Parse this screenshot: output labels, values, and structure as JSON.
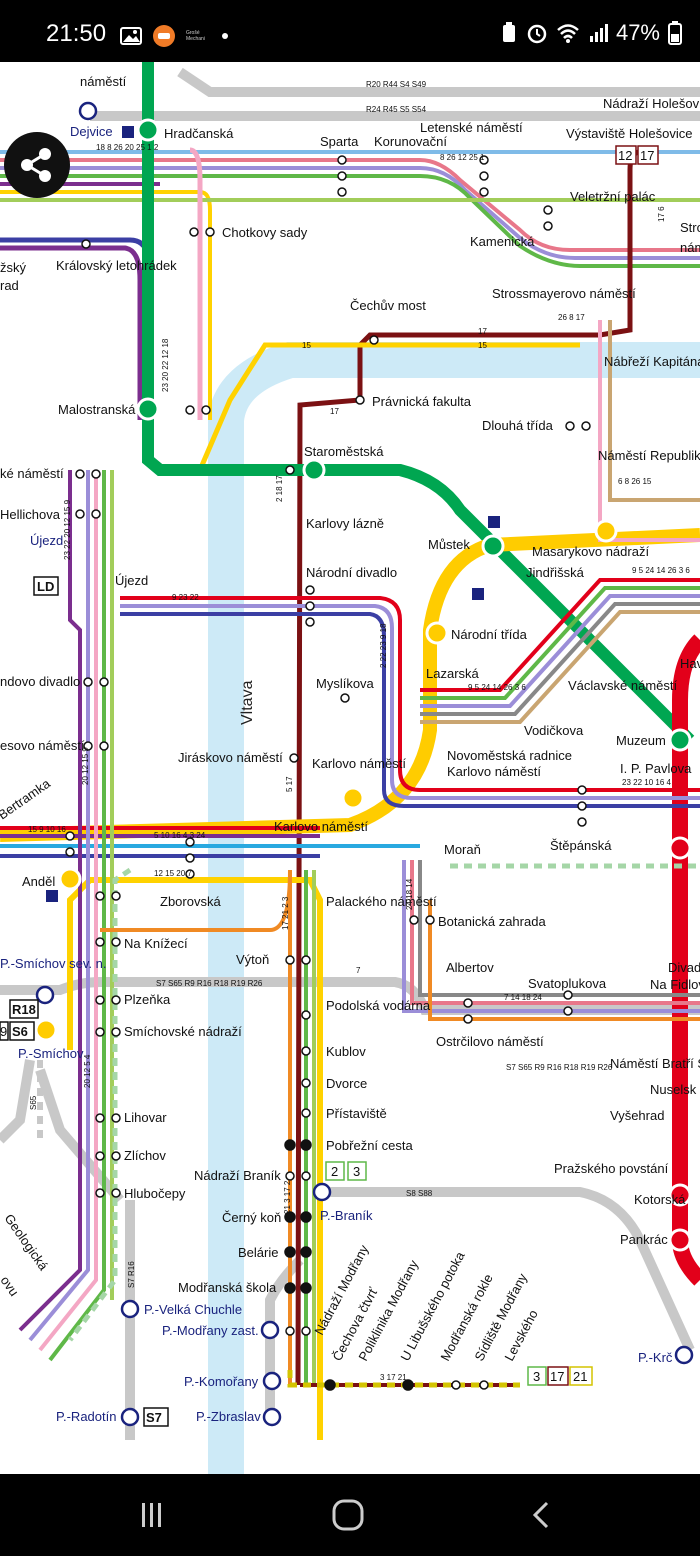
{
  "status_bar": {
    "time": "21:50",
    "battery": "47%",
    "icons": [
      "image-icon",
      "app-badge-icon",
      "bullet-icon",
      "recycle-icon",
      "alarm-icon",
      "wifi-icon",
      "signal-icon",
      "battery-icon"
    ],
    "left_small_text": "Grošé Mechani"
  },
  "map": {
    "river_name": "Vltava",
    "colors": {
      "green_metro": "#00a651",
      "yellow_metro": "#ffcc00",
      "red_metro": "#e2001a",
      "river": "#cdeaf7"
    },
    "stations": [
      {
        "id": "namesti-top",
        "label": "náměstí"
      },
      {
        "id": "dejvice",
        "label": "Dejvice"
      },
      {
        "id": "hradcanska",
        "label": "Hradčanská"
      },
      {
        "id": "sparta",
        "label": "Sparta"
      },
      {
        "id": "korunovacni",
        "label": "Korunovační"
      },
      {
        "id": "letenske",
        "label": "Letenské náměstí"
      },
      {
        "id": "nadrazi-holesovice",
        "label": "Nádraží Holešovi"
      },
      {
        "id": "vystaviste",
        "label": "Výstaviště Holešovice"
      },
      {
        "id": "veletrzni",
        "label": "Veletržní palác"
      },
      {
        "id": "kamenicka",
        "label": "Kamenická"
      },
      {
        "id": "chotkovy",
        "label": "Chotkovy sady"
      },
      {
        "id": "kralovsky",
        "label": "Královský letohrádek"
      },
      {
        "id": "strossmayerovo",
        "label": "Strossmayerovo náměstí"
      },
      {
        "id": "cechuv",
        "label": "Čechův most"
      },
      {
        "id": "pravnicka",
        "label": "Právnická fakulta"
      },
      {
        "id": "nabrezi",
        "label": "Nábřeží Kapitána Jaroše"
      },
      {
        "id": "malostranska",
        "label": "Malostranská"
      },
      {
        "id": "staromestska",
        "label": "Staroměstská"
      },
      {
        "id": "dlouha",
        "label": "Dlouhá třída"
      },
      {
        "id": "namesti-republiky",
        "label": "Náměstí Republiky"
      },
      {
        "id": "ke-namesti",
        "label": "ké náměstí"
      },
      {
        "id": "hellichova",
        "label": "Hellichova"
      },
      {
        "id": "ujezd-lbl",
        "label": "Újezd"
      },
      {
        "id": "karlovy-lazne",
        "label": "Karlovy lázně"
      },
      {
        "id": "mustek",
        "label": "Můstek"
      },
      {
        "id": "masarykovo",
        "label": "Masarykovo nádraží"
      },
      {
        "id": "jindrisska",
        "label": "Jindřišská"
      },
      {
        "id": "narodni-divadlo",
        "label": "Národní divadlo"
      },
      {
        "id": "ujezd",
        "label": "Újezd"
      },
      {
        "id": "narodni-trida",
        "label": "Národní třída"
      },
      {
        "id": "myslikova",
        "label": "Myslíkova"
      },
      {
        "id": "lazarska",
        "label": "Lazarská"
      },
      {
        "id": "vaclavske",
        "label": "Václavské náměstí"
      },
      {
        "id": "vodickova",
        "label": "Vodičkova"
      },
      {
        "id": "muzeum",
        "label": "Muzeum"
      },
      {
        "id": "ndovo",
        "label": "ndovo divadlo"
      },
      {
        "id": "novomestska",
        "label": "Novoměstská radnice"
      },
      {
        "id": "karlovo-nam",
        "label": "Karlovo náměstí"
      },
      {
        "id": "ip-pavlova",
        "label": "I. P. Pavlova"
      },
      {
        "id": "esovo",
        "label": "esovo náměstí"
      },
      {
        "id": "jiraskovo",
        "label": "Jiráskovo náměstí"
      },
      {
        "id": "karlovo-metro",
        "label": "Karlovo náměstí"
      },
      {
        "id": "bertramka",
        "label": "Bertramka"
      },
      {
        "id": "karlovo-nam2",
        "label": "Karlovo náměstí"
      },
      {
        "id": "stepanska",
        "label": "Štěpánská"
      },
      {
        "id": "moran",
        "label": "Moraň"
      },
      {
        "id": "andel",
        "label": "Anděl"
      },
      {
        "id": "zborovska",
        "label": "Zborovská"
      },
      {
        "id": "palackeho",
        "label": "Palackého náměstí"
      },
      {
        "id": "botanicka",
        "label": "Botanická zahrada"
      },
      {
        "id": "na-knizeci",
        "label": "Na Knížecí"
      },
      {
        "id": "vyton",
        "label": "Výtoň"
      },
      {
        "id": "albertov",
        "label": "Albertov"
      },
      {
        "id": "divad",
        "label": "Divad"
      },
      {
        "id": "na-fidlo",
        "label": "Na Fidlov"
      },
      {
        "id": "p-smichov-sev",
        "label": "P.-Smíchov sev. n."
      },
      {
        "id": "plzenka",
        "label": "Plzeňka"
      },
      {
        "id": "svatoplukova",
        "label": "Svatoplukova"
      },
      {
        "id": "podolska",
        "label": "Podolská vodárna"
      },
      {
        "id": "smichovske",
        "label": "Smíchovské nádraží"
      },
      {
        "id": "ostrcilovo",
        "label": "Ostrčilovo náměstí"
      },
      {
        "id": "p-smichov",
        "label": "P.-Smíchov"
      },
      {
        "id": "kublov",
        "label": "Kublov"
      },
      {
        "id": "namesti-bratri",
        "label": "Náměstí Bratří S"
      },
      {
        "id": "dvorce",
        "label": "Dvorce"
      },
      {
        "id": "nuselska",
        "label": "Nuselsk"
      },
      {
        "id": "lihovar",
        "label": "Lihovar"
      },
      {
        "id": "pristaviste",
        "label": "Přístaviště"
      },
      {
        "id": "vysehrad",
        "label": "Vyšehrad"
      },
      {
        "id": "pobrezni",
        "label": "Pobřežní cesta"
      },
      {
        "id": "zlichov",
        "label": "Zlíchov"
      },
      {
        "id": "prazskeho",
        "label": "Pražského povstání"
      },
      {
        "id": "nadrazi-branik",
        "label": "Nádraží Braník"
      },
      {
        "id": "hlubocepy",
        "label": "Hlubočepy"
      },
      {
        "id": "kotorska",
        "label": "Kotorská"
      },
      {
        "id": "p-branik",
        "label": "P.-Braník"
      },
      {
        "id": "cerny-kun",
        "label": "Černý koň"
      },
      {
        "id": "pankrac",
        "label": "Pankrác"
      },
      {
        "id": "geologicka",
        "label": "Geologická"
      },
      {
        "id": "belarie",
        "label": "Belárie"
      },
      {
        "id": "modranska",
        "label": "Modřanská škola"
      },
      {
        "id": "p-velka",
        "label": "P.-Velká Chuchle"
      },
      {
        "id": "p-modrany",
        "label": "P.-Modřany zast."
      },
      {
        "id": "p-krc",
        "label": "P.-Krč"
      },
      {
        "id": "p-komorany",
        "label": "P.-Komořany"
      },
      {
        "id": "p-radotin",
        "label": "P.-Radotín"
      },
      {
        "id": "p-zbraslav",
        "label": "P.-Zbraslav"
      },
      {
        "id": "nadrazi-modrany",
        "label": "Nádraží Modřany"
      },
      {
        "id": "cechova",
        "label": "Čechova čtvrť"
      },
      {
        "id": "poliklinika",
        "label": "Poliklinika Modřany"
      },
      {
        "id": "u-libusskeho",
        "label": "U Libušského potoka"
      },
      {
        "id": "modranska-rokle",
        "label": "Modřanská rokle"
      },
      {
        "id": "sidliste",
        "label": "Sídliště Modřany"
      },
      {
        "id": "levskeho",
        "label": "Levského"
      },
      {
        "id": "rad",
        "label": "rad"
      },
      {
        "id": "zsky",
        "label": "žský"
      },
      {
        "id": "stro",
        "label": "Stro"
      },
      {
        "id": "nam-right",
        "label": "nám"
      },
      {
        "id": "ovu",
        "label": "ovu"
      },
      {
        "id": "hav",
        "label": "Hav"
      }
    ],
    "line_badges": [
      {
        "id": "badge-12",
        "text": "12"
      },
      {
        "id": "badge-17",
        "text": "17"
      },
      {
        "id": "badge-2",
        "text": "2"
      },
      {
        "id": "badge-3",
        "text": "3"
      },
      {
        "id": "badge-3b",
        "text": "3"
      },
      {
        "id": "badge-17b",
        "text": "17"
      },
      {
        "id": "badge-21",
        "text": "21"
      },
      {
        "id": "badge-ld",
        "text": "LD"
      },
      {
        "id": "badge-r18",
        "text": "R18"
      },
      {
        "id": "badge-s6",
        "text": "S6"
      },
      {
        "id": "badge-9",
        "text": "9"
      },
      {
        "id": "badge-s7",
        "text": "S7"
      }
    ],
    "route_labels": [
      {
        "id": "rl1",
        "text": "R20 R44 S4 S49"
      },
      {
        "id": "rl2",
        "text": "R24 R45 S5 S54"
      },
      {
        "id": "rl3",
        "text": "S7 S65 R9 R16 R18 R19 R26"
      },
      {
        "id": "rl4",
        "text": "S7 S65 R9 R16 R18 R19 R26"
      },
      {
        "id": "rl5",
        "text": "S8 S88"
      },
      {
        "id": "rl6",
        "text": "S7 R16"
      },
      {
        "id": "rl7",
        "text": "S65"
      }
    ],
    "tram_numbers": [
      {
        "id": "tn-hrad",
        "text": "18 8 26 20 25 1 2"
      },
      {
        "id": "tn-leten",
        "text": "8 26 12 25 1"
      },
      {
        "id": "tn-cechuv1",
        "text": "17"
      },
      {
        "id": "tn-cechuv2",
        "text": "15"
      },
      {
        "id": "tn-bridge",
        "text": "15"
      },
      {
        "id": "tn-prav",
        "text": "17"
      },
      {
        "id": "tn-nabr",
        "text": "26 8 17"
      },
      {
        "id": "tn-malo",
        "text": "23 20 22 12 18"
      },
      {
        "id": "tn-nr",
        "text": "6 8 26 15"
      },
      {
        "id": "tn-star",
        "text": "2 18 17"
      },
      {
        "id": "tn-helli",
        "text": "23 22 20 12 15 9"
      },
      {
        "id": "tn-ujezd",
        "text": "9 23 22"
      },
      {
        "id": "tn-jind",
        "text": "9 5 24 14 26 3 6"
      },
      {
        "id": "tn-nt",
        "text": "2 22 23 9 18"
      },
      {
        "id": "tn-laz",
        "text": "9 5 24 14 26 3 6"
      },
      {
        "id": "tn-ip",
        "text": "23 22 10 16 4"
      },
      {
        "id": "tn-jiras",
        "text": "5 17"
      },
      {
        "id": "tn-esovo",
        "text": "20 12 15 9"
      },
      {
        "id": "tn-bert",
        "text": "15 9 10 16"
      },
      {
        "id": "tn-karl",
        "text": "5 10 16 4 3 24"
      },
      {
        "id": "tn-zbor",
        "text": "12 15 20 7"
      },
      {
        "id": "tn-vyton",
        "text": "17 21 2 3"
      },
      {
        "id": "tn-alb",
        "text": "7"
      },
      {
        "id": "tn-svat",
        "text": "7 14 18 24"
      },
      {
        "id": "tn-botan",
        "text": "24 18 14"
      },
      {
        "id": "tn-smich",
        "text": "20 12 5 4"
      },
      {
        "id": "tn-bran",
        "text": "21 3 17 2"
      },
      {
        "id": "tn-levs",
        "text": "3 17 21"
      },
      {
        "id": "tn-kam",
        "text": "17 6"
      }
    ]
  }
}
